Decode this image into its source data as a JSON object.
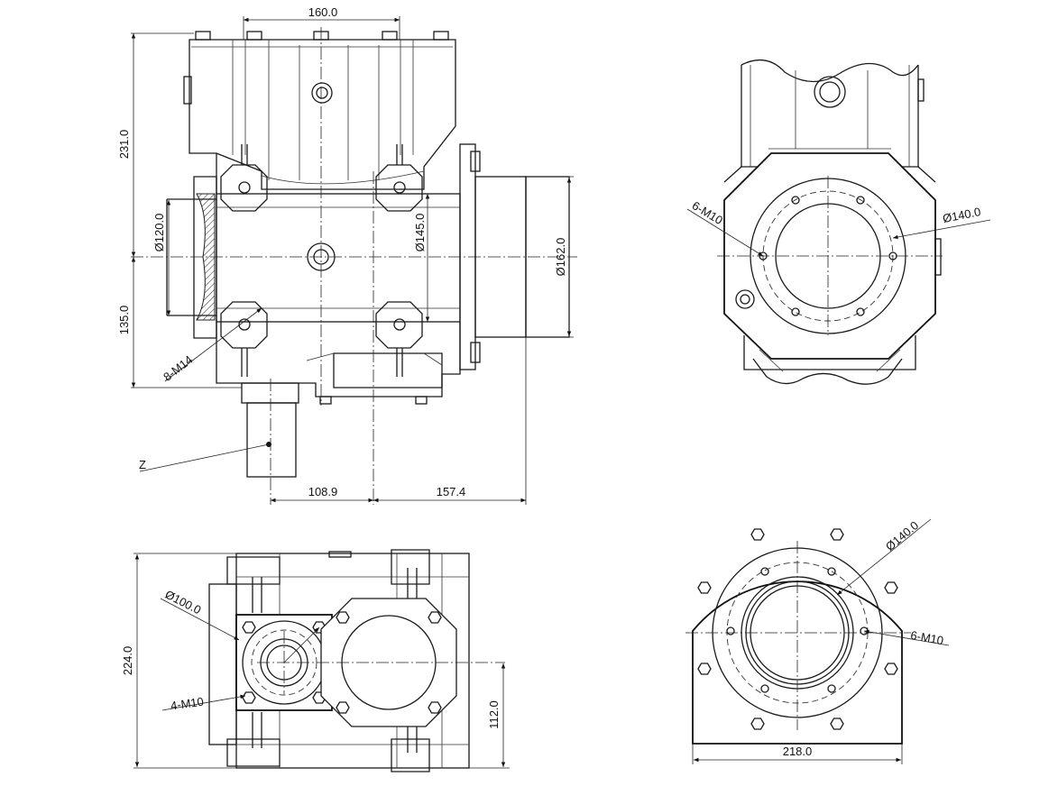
{
  "dimensions": {
    "top_width": "160.0",
    "height_upper": "231.0",
    "height_lower": "135.0",
    "bore_dia": "Ø120.0",
    "housing_dia": "Ø145.0",
    "flange_dia": "Ø162.0",
    "bolts_front": "8-M14",
    "shaft_label": "Z",
    "offset_shaft": "108.9",
    "offset_flange": "157.4",
    "side_bolts": "6-M10",
    "side_pcd": "Ø140.0",
    "plan_pcd": "Ø100.0",
    "plan_height": "224.0",
    "plan_bolts": "4-M10",
    "plan_offset": "112.0",
    "end_pcd": "Ø140.0",
    "end_bolts": "6-M10",
    "end_width": "218.0"
  }
}
